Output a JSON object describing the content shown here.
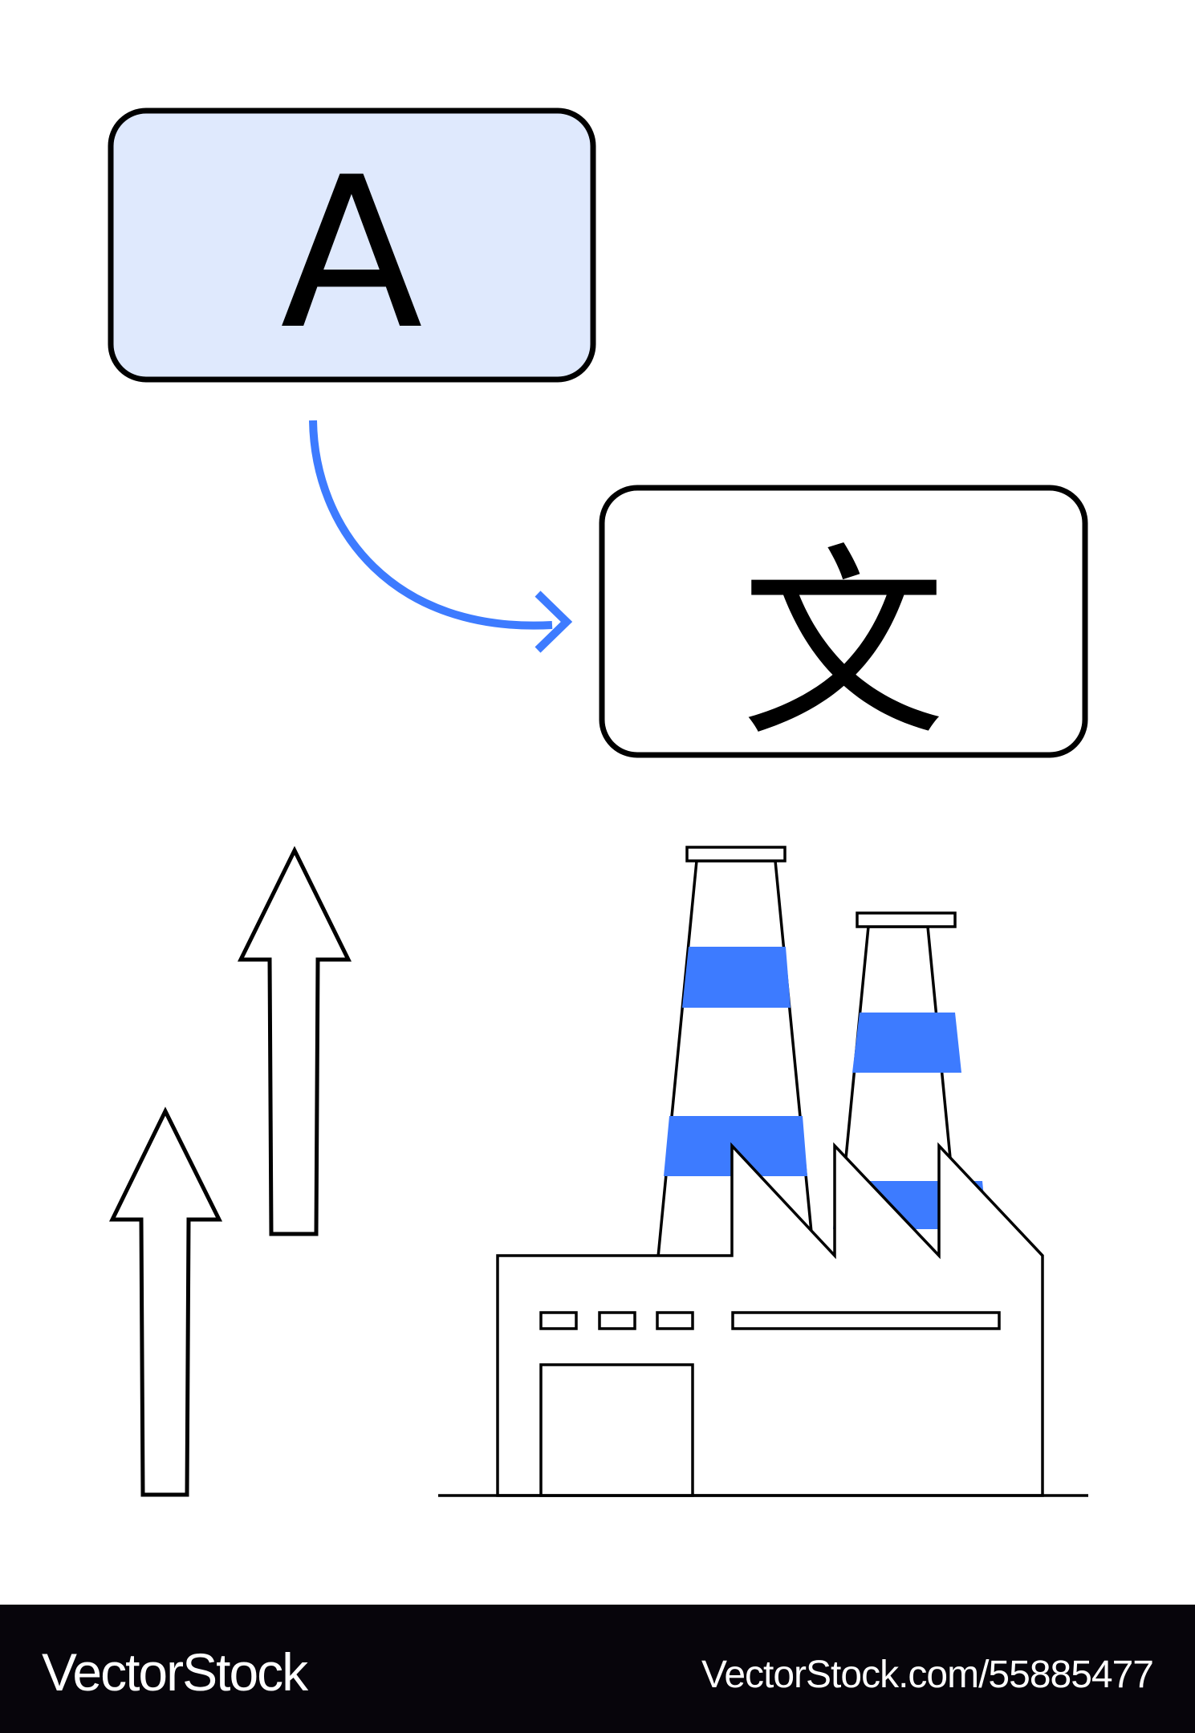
{
  "illustration": {
    "source_glyph": "A",
    "target_glyph": "文",
    "icons": [
      "translation-arrow-icon",
      "up-arrow-icon",
      "factory-icon"
    ],
    "colors": {
      "accent": "#3d7bff",
      "source_box_fill": "#dfe9fd",
      "stroke": "#000000",
      "footer_background": "#07050b"
    }
  },
  "footer": {
    "brand": "VectorStock",
    "url": "VectorStock.com/55885477"
  }
}
